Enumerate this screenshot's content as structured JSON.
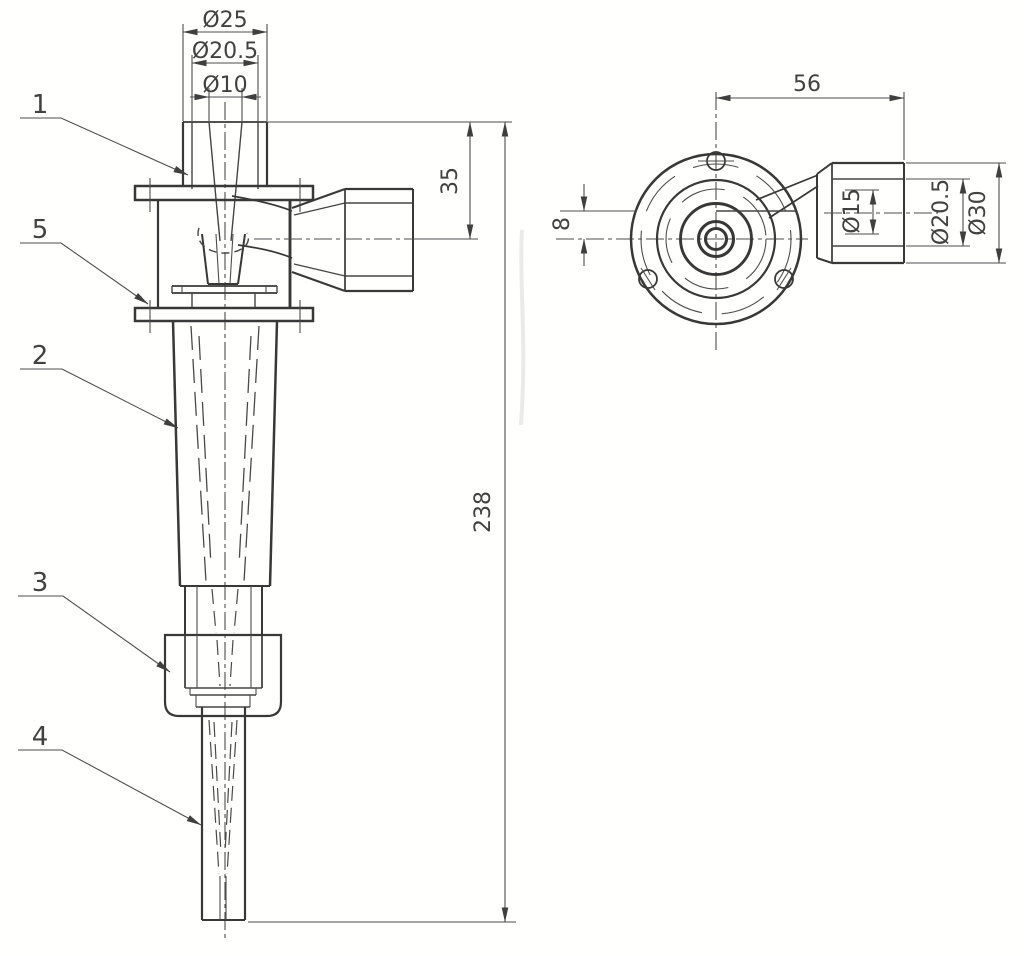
{
  "front_view": {
    "labels": {
      "d25": "Ø25",
      "d20_5": "Ø20.5",
      "d10": "Ø10",
      "len35": "35",
      "len238": "238"
    },
    "parts": {
      "n1": "1",
      "n2": "2",
      "n3": "3",
      "n4": "4",
      "n5": "5"
    }
  },
  "side_view": {
    "labels": {
      "w56": "56",
      "off8": "8",
      "d15": "Ø15",
      "d20_5": "Ø20.5",
      "d30": "Ø30"
    }
  },
  "colors": {
    "ink": "#3a3a3a",
    "paper": "#ffffff"
  }
}
